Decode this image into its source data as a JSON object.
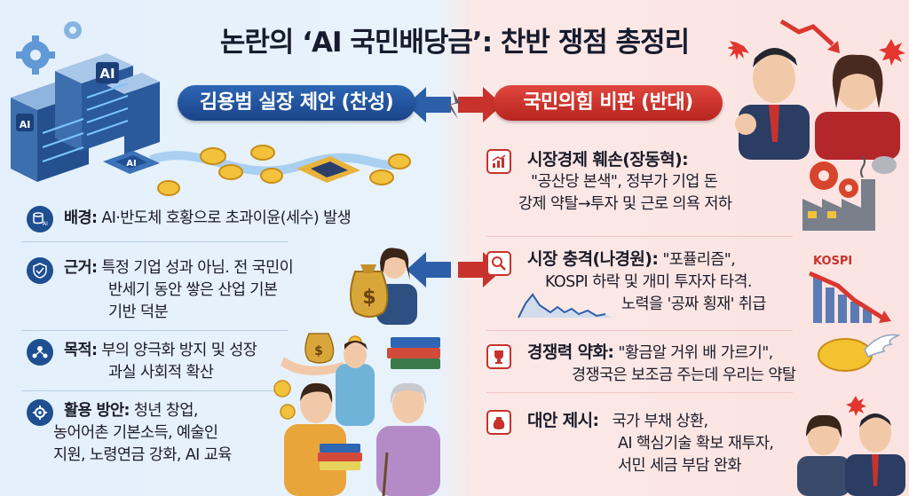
{
  "title": "논란의 ‘AI 국민배당금’: 찬반 쟁점 총정리",
  "left_banner": "김용범 실장 제안 (찬성)",
  "right_banner": "국민의힘 비판 (반대)",
  "left_points": [
    {
      "label": "배경:",
      "lines": [
        "AI·반도체 호황으로 초과이윤(세수) 발생"
      ]
    },
    {
      "label": "근거:",
      "lines": [
        "특정 기업 성과 아님. 전 국민이",
        "반세기 동안 쌓은 산업 기본",
        "기반 덕분"
      ]
    },
    {
      "label": "목적:",
      "lines": [
        "부의 양극화 방지 및 성장",
        "과실 사회적 확산"
      ]
    },
    {
      "label": "활용 방안:",
      "lines": [
        "청년 창업,",
        "농어어촌 기본소득, 예술인",
        "지원, 노령연금 강화, AI 교육"
      ]
    }
  ],
  "right_points": [
    {
      "label": "시장경제 훼손(장동혁):",
      "lines": [
        "\"공산당 본색\", 정부가 기업 돈",
        "강제 약탈→투자 및 근로 의욕 저하"
      ]
    },
    {
      "label": "시장 충격(나경원):",
      "lines": [
        "\"포퓰리즘\",",
        "KOSPI 하락 및 개미 투자자 타격.",
        "노력을 '공짜 횡재' 취급"
      ]
    },
    {
      "label": "경쟁력 약화:",
      "lines": [
        "\"황금알 거위 배 가르기\",",
        "경쟁국은 보조금 주는데 우리는 약탈"
      ]
    },
    {
      "label": "대안 제시:",
      "lines": [
        "국가 부채 상환,",
        "AI 핵심기술 확보 재투자,",
        "서민 세금 부담 완화"
      ]
    }
  ],
  "graphics": {
    "server_label": "AI",
    "chip_label": "AI",
    "kospi_label": "KOSPI",
    "money_bag_symbol": "$",
    "coin_symbol": "$"
  },
  "colors": {
    "blue": "#1f4f91",
    "red": "#c8322c"
  }
}
